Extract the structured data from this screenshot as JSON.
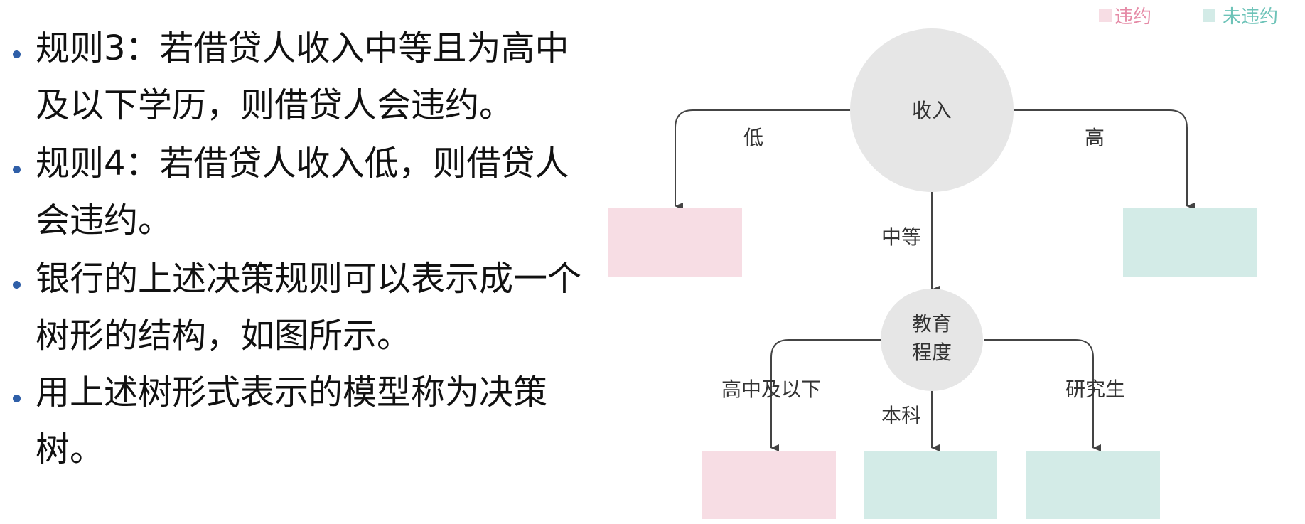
{
  "slide": {
    "bullets": [
      "规则3：若借贷人收入中等且为高中\n及以下学历，则借贷人会违约。",
      "规则4：若借贷人收入低，则借贷人\n会违约。",
      "银行的上述决策规则可以表示成一个\n树形的结构，如图所示。",
      "用上述树形式表示的模型称为决策树。"
    ]
  },
  "legend": {
    "default_label": "违约",
    "default_color": "#f7dde4",
    "default_text_color": "#e58aa6",
    "no_default_label": "未违约",
    "no_default_color": "#d3ebe7",
    "no_default_text_color": "#6dc3b8"
  },
  "tree": {
    "root": "收入",
    "root_branches": {
      "low": "低",
      "mid": "中等",
      "high": "高"
    },
    "child": [
      "教育",
      "程度"
    ],
    "child_branches": {
      "hs": "高中及以下",
      "ug": "本科",
      "grad": "研究生"
    }
  },
  "colors": {
    "node_fill": "#e6e6e6",
    "edge": "#444444",
    "bullet_dot": "#2f5fa8"
  }
}
